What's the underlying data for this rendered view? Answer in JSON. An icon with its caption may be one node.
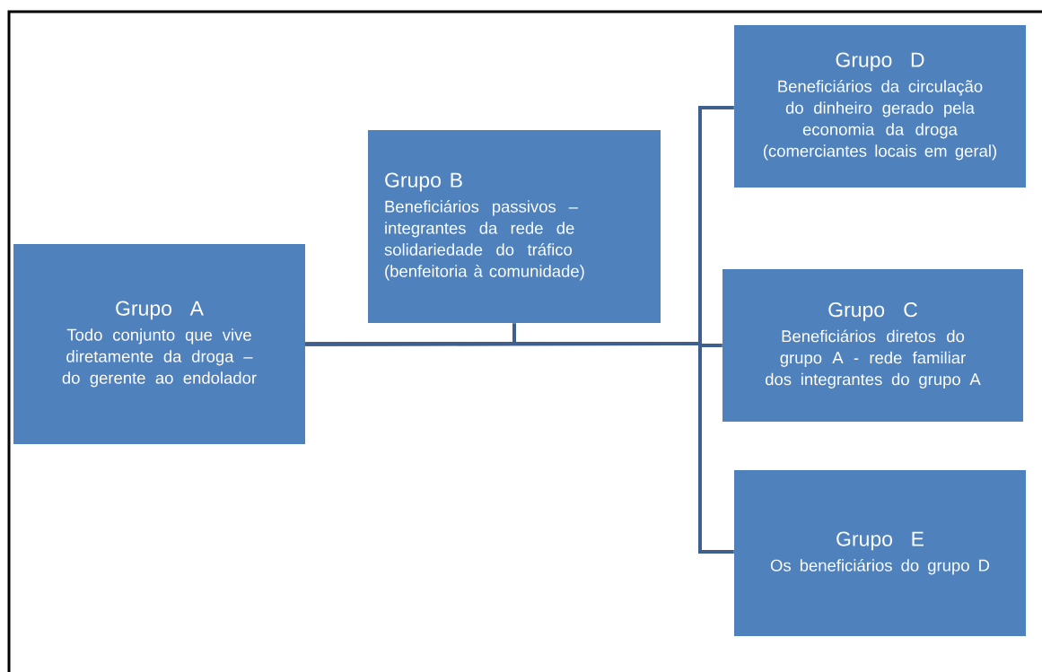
{
  "diagram": {
    "nodes": [
      {
        "text": [
          "Grupo A",
          "Todo conjunto que vive diretamente da droga – do gerente ao endolador"
        ]
      },
      {
        "text": [
          "Grupo B",
          "Beneficiários passivos – integrantes da rede de solidariedade do tráfico (benfeitoria à comunidade)"
        ]
      },
      {
        "text": [
          "Grupo D",
          "Beneficiários da circulação do dinheiro gerado pela economia da droga (comerciantes locais em geral)"
        ]
      },
      {
        "text": [
          "Grupo C",
          "Beneficiários diretos do grupo A - rede familiar dos integrantes do grupo A"
        ]
      },
      {
        "text": [
          "Grupo E",
          "Os beneficiários do grupo D"
        ]
      }
    ],
    "edges": [
      {
        "from": 0,
        "to": 1,
        "arrow": "none"
      },
      {
        "from": 0,
        "to": 2,
        "arrow": "none"
      },
      {
        "from": 0,
        "to": 3,
        "arrow": "none"
      },
      {
        "from": 0,
        "to": 4,
        "arrow": "none"
      }
    ]
  }
}
